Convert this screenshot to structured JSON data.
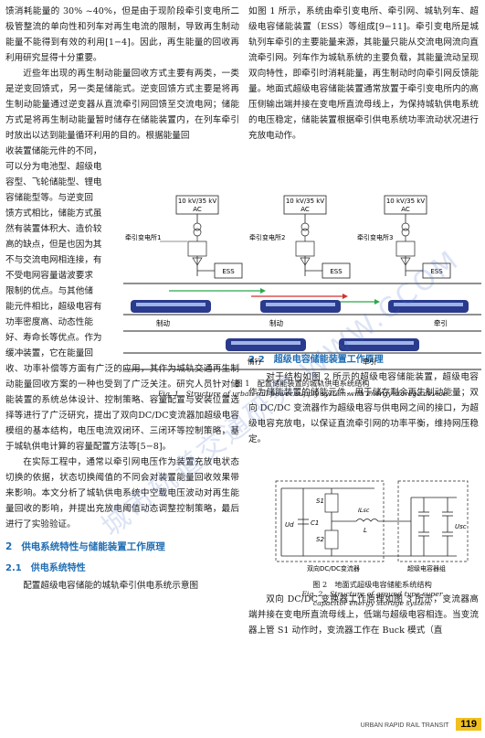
{
  "left": {
    "p1": "馈消耗能量的 30% ~40%，但是由于现阶段牵引变电所二极管整流的单向性和列车对再生电流的限制，导致再生制动能量不能得到有效的利用[1−4]。因此，再生能量的回收再利用研究显得十分重要。",
    "p2a": "近些年出现的再生制动能量回收方式主要有两类，一类是逆变回馈式，另一类是储能式。逆变回馈方式主要是将再生制动能量通过逆变器从直流牵引网回馈至交流电网；储能方式是将再生制动能量暂时储存在储能装置内，在列车牵引时放出以达到能量循环利用的目的。根据能量回",
    "wrap": [
      "收装置储能元件的不同，",
      "可以分为电池型、超级电",
      "容型、飞轮储能型、锂电",
      "容储能型等。与逆变回",
      "馈方式相比，储能方式虽",
      "然有装置体积大、造价较",
      "高的缺点，但是也因为其",
      "不与交流电网相连接，有",
      "不受电网容量谐波要求",
      "限制的优点。与其他储",
      "能元件相比，超级电容有",
      "功率密度高、动态性能",
      "好、寿命长等优点。作为",
      "缓冲装置，它在能量回"
    ],
    "p2b": "收、功率补偿等方面有广泛的应用，其作为城轨交通再生制动能量回收方案的一种也受到了广泛关注。研究人员针对储能装置的系统总体设计、控制策略、容量配置与安装位置选择等进行了广泛研究，提出了双向DC/DC变流器加超级电容模组的基本结构，电压电流双闭环、三闭环等控制策略，基于城轨供电计算的容量配置方法等[5−8]。",
    "p3": "在实际工程中，通常以牵引网电压作为装置充放电状态切换的依据，状态切换阈值的不同会对装置能量回收效果带来影响。本文分析了城轨供电系统中空载电压波动对再生能量回收的影响，并提出充放电阈值动态调整控制策略，最后进行了实验验证。",
    "sec2_num": "2",
    "sec2_title": "供电系统特性与储能装置工作原理",
    "sec21_num": "2.1",
    "sec21_title": "供电系统特性",
    "p4": "配置超级电容储能的城轨牵引供电系统示意图"
  },
  "right": {
    "p1": "如图 1 所示，系统由牵引变电所、牵引网、城轨列车、超级电容储能装置（ESS）等组成[9−11]。牵引变电所是城轨列车牵引的主要能量来源，其能量只能从交流电网流向直流牵引网。列车作为城轨系统的主要负载，其能量流动呈现双向特性，即牵引时消耗能量，再生制动时向牵引网反馈能量。地面式超级电容储能装置通常放置于牵引变电所内的高压侧输出端并接在变电所直流母线上，为保持城轨供电系统的电压稳定，储能装置根据牵引供电系统功率流动状况进行充放电动作。",
    "sec22_num": "2.2",
    "sec22_title": "超级电容储能装置工作原理",
    "p2": "对于结构如图 2 所示的超级电容储能装置，超级电容作为储能装置的储能元件，用于储存剩余再生制动能量；双向 DC/DC 变流器作为超级电容与供电网之间的接口，为超级电容充放电，以保证直流牵引网的功率平衡，维持网压稳定。",
    "p3": "双向 DC/DC 变换器工作原理如图 3 所示，变流器高端并接在变电所直流母线上，低端与超级电容相连。当变流器上管 S1 动作时，变流器工作在 Buck 模式（直"
  },
  "fig1": {
    "source_label": "10 kV/35 kV",
    "ac": "AC",
    "sub1": "牵引变电所1",
    "sub2": "牵引变电所2",
    "sub3": "牵引变电所3",
    "ess": "ESS",
    "brake": "制动",
    "traction": "牵引",
    "coast": "惰行",
    "cap_cn": "图 1　配置储能装置的城轨供电系统结构",
    "cap_en": "Fig. 1　Structure of urban rail power supply system with energy storage device"
  },
  "fig2": {
    "s1": "S1",
    "s2": "S2",
    "c1": "C1",
    "l": "L",
    "ilsc": "ILsc",
    "ud": "Ud",
    "usc": "Usc",
    "conv": "双向DC/DC变流器",
    "bank": "超级电容器组",
    "cap_cn": "图 2　地面式超级电容储能系统结构",
    "cap_en1": "Fig. 2　Structure of ground type super",
    "cap_en2": "capacitor energy storage system"
  },
  "watermark": "城市轨道交通研究 WWW.CCOM",
  "footer": {
    "journal": "URBAN RAPID RAIL TRANSIT",
    "page": "119"
  },
  "colors": {
    "heading": "#1f6db3",
    "train": "#2a3a8c",
    "flow_green": "#2aa84a",
    "flow_red": "#d43030",
    "footer_page_bg": "#f0c020"
  }
}
